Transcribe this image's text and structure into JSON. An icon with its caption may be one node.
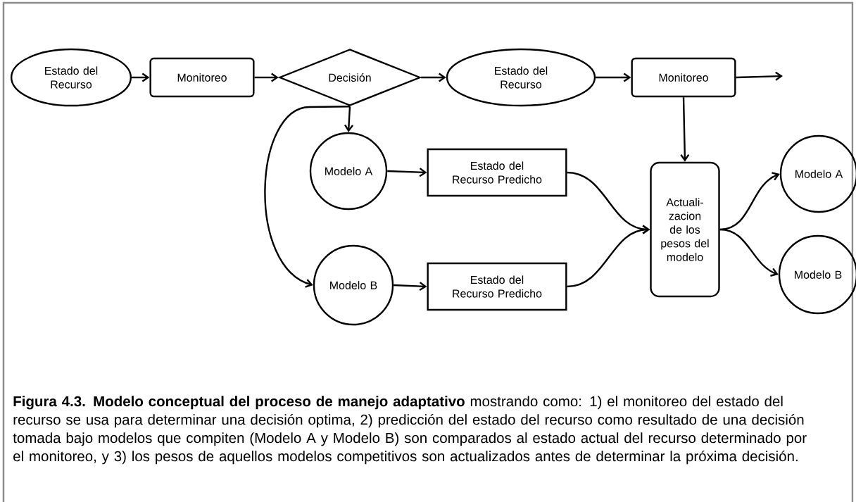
{
  "diagram": {
    "caption": "**Figura 4.3. Modelo conceptual del proceso de manejo adaptativo** mostrando como: 1) el monitoreo del estado del recurso se usa para determinar una decisión optima, 2) predicción del estado del recurso como resultado de una decisión tomada bajo modelos que compiten (Modelo A y Modelo B) son comparados al estado actual del recurso determinado por el monitoreo, y 3) los pesos de aquellos modelos competitivos son actualizados antes de determinar la próxima decisión.",
    "nodes": [
      {
        "text": [
          "Estado del Recurso"
        ]
      },
      {
        "text": [
          "Monitoreo"
        ]
      },
      {
        "text": [
          "Decisión"
        ]
      },
      {
        "text": [
          "Estado del Recurso"
        ]
      },
      {
        "text": [
          "Monitoreo"
        ]
      },
      {
        "text": [
          "Modelo A"
        ]
      },
      {
        "text": [
          "Estado del Recurso Predicho"
        ]
      },
      {
        "text": [
          "Modelo B"
        ]
      },
      {
        "text": [
          "Estado del Recurso Predicho"
        ]
      },
      {
        "text": [
          "Actuali- zacion de los pesos del modelo"
        ]
      },
      {
        "text": [
          "Modelo A"
        ]
      },
      {
        "text": [
          "Modelo B"
        ]
      }
    ],
    "edges": [
      {
        "from": 0,
        "to": 1,
        "arrow": "to"
      },
      {
        "from": 1,
        "to": 2,
        "arrow": "to"
      },
      {
        "from": 2,
        "to": 3,
        "arrow": "to"
      },
      {
        "from": 3,
        "to": 4,
        "arrow": "to"
      },
      {
        "from": 4,
        "to": null,
        "arrow": "to"
      },
      {
        "from": 2,
        "to": 5,
        "arrow": "to"
      },
      {
        "from": 2,
        "to": 7,
        "arrow": "to"
      },
      {
        "from": 5,
        "to": 6,
        "arrow": "to"
      },
      {
        "from": 7,
        "to": 8,
        "arrow": "to"
      },
      {
        "from": 6,
        "to": 9,
        "arrow": "to"
      },
      {
        "from": 8,
        "to": 9,
        "arrow": "to"
      },
      {
        "from": 4,
        "to": 9,
        "arrow": "to"
      },
      {
        "from": 9,
        "to": 10,
        "arrow": "to"
      },
      {
        "from": 9,
        "to": 11,
        "arrow": "to"
      }
    ]
  }
}
